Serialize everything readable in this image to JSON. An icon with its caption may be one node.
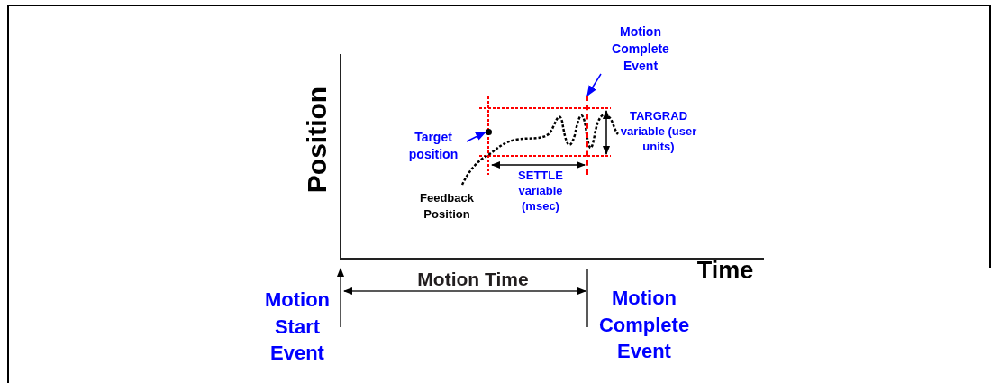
{
  "diagram": {
    "nodes": [
      {
        "text": [
          "Target position"
        ]
      },
      {
        "text": [],
        "shape": "circle"
      },
      {
        "text": [
          "Motion Complete Event"
        ]
      },
      {
        "text": [],
        "shape": "bar"
      }
    ],
    "edges": [
      {
        "from": 0,
        "to": 1,
        "arrow": "to"
      },
      {
        "from": 2,
        "to": 3,
        "arrow": "to"
      }
    ],
    "labels": [
      "Position",
      "Time",
      "Feedback Position",
      "SETTLE variable (msec)",
      "TARGRAD variable (user units)",
      "Motion Time",
      "Motion Start Event",
      "Motion Complete Event"
    ]
  }
}
